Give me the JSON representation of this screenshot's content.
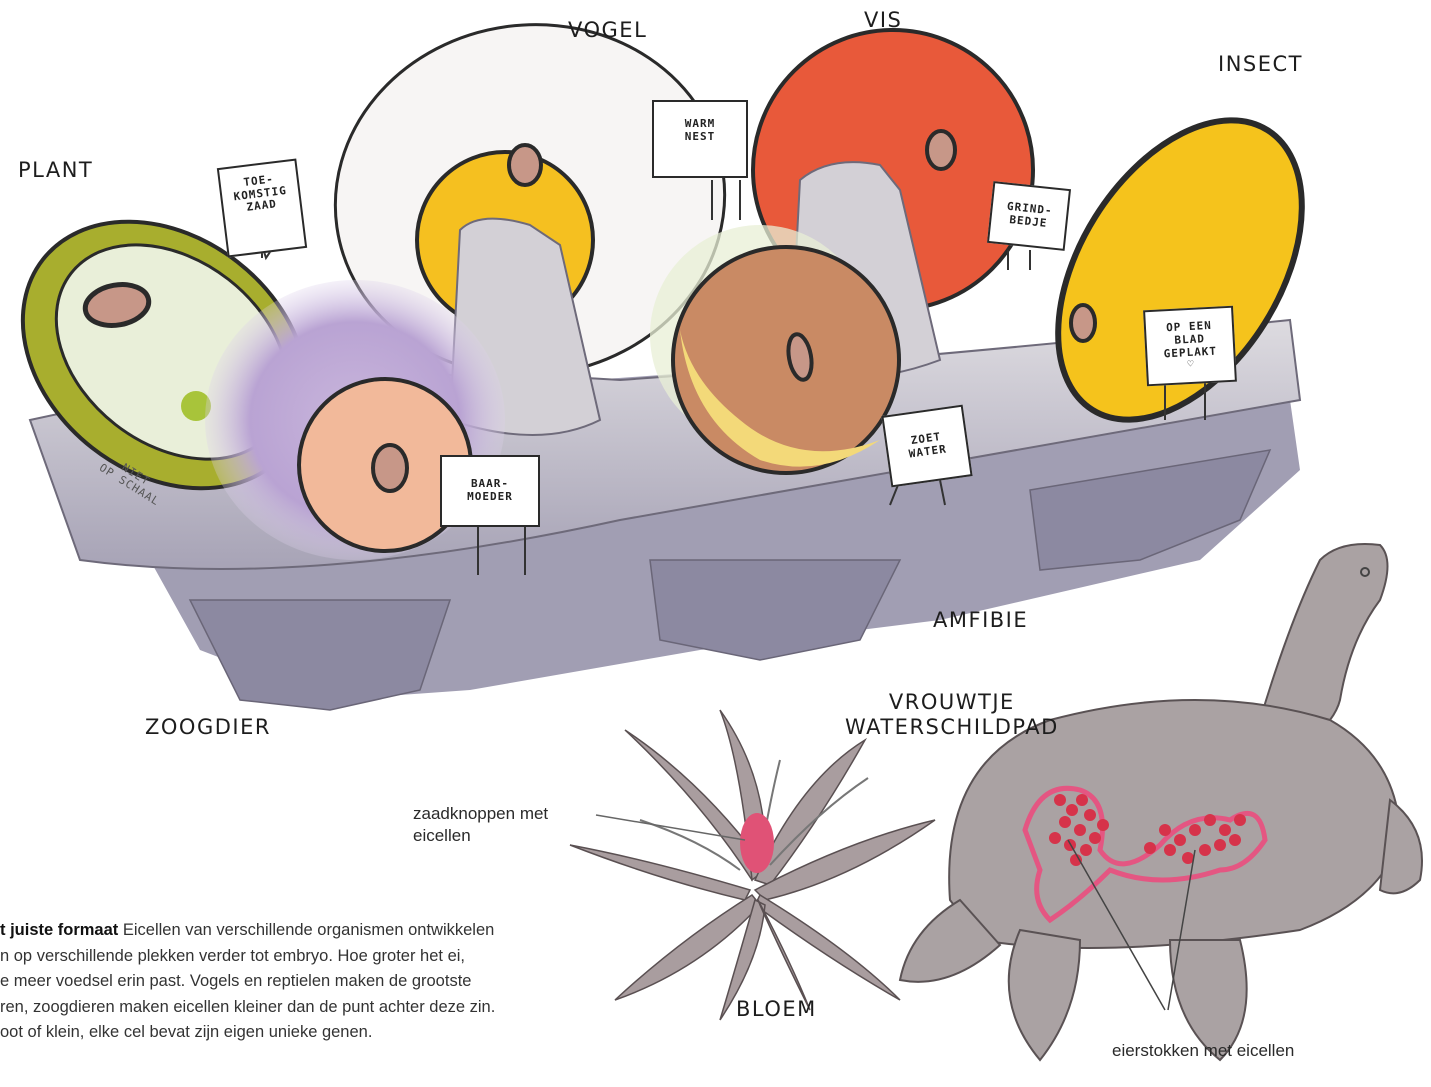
{
  "labels": {
    "plant": "PLANT",
    "vogel": "VOGEL",
    "vis": "VIS",
    "insect": "INSECT",
    "amfibie": "AMFIBIE",
    "zoogdier": "ZOOGDIER",
    "schildpad_line1": "VROUWTJE",
    "schildpad_line2": "WATERSCHILDPAD",
    "bloem": "BLOEM"
  },
  "signs": {
    "toekomstig": [
      "TOE-",
      "KOMSTIG",
      "ZAAD"
    ],
    "warm_nest": [
      "WARM",
      "NEST"
    ],
    "grindbedje": [
      "GRIND-",
      "BEDJE"
    ],
    "op_een_blad": [
      "OP EEN",
      "BLAD",
      "GEPLAKT"
    ],
    "zoet_water": [
      "ZOET",
      "WATER"
    ],
    "baarmoeder": [
      "BAAR-",
      "MOEDER"
    ]
  },
  "scale_note": [
    "NIET",
    "OP SCHAAL"
  ],
  "notes": {
    "zaadknoppen_line1": "zaadknoppen met",
    "zaadknoppen_line2": "eicellen",
    "eierstokken": "eierstokken met eicellen"
  },
  "caption": {
    "lead": "t juiste formaat",
    "line1": " Eicellen van verschillende organismen ontwikkelen",
    "line2": "n op verschillende plekken verder tot embryo. Hoe groter het ei,",
    "line3": "e meer voedsel erin past. Vogels en reptielen maken de grootste",
    "line4": "ren, zoogdieren maken eicellen kleiner dan de punt achter deze zin.",
    "line5": "oot of klein, elke cel bevat zijn eigen unieke genen."
  },
  "colors": {
    "plant_ring": "#a8ae2e",
    "plant_fill": "#e9efd9",
    "bird_shell": "#f6f4f2",
    "yolk": "#f5c020",
    "fish_egg": "#e8593a",
    "insect_egg": "#f5c31c",
    "amphibian_egg": "#c98a64",
    "mammal_egg": "#f2b99a",
    "nucleus": "#c79788",
    "carton": "#c8c5cc",
    "carton_shadow": "#8d8aa0",
    "turtle": "#aaa2a3",
    "ovary_red": "#d6334a",
    "flower": "#a99d9f",
    "ovule": "#e05276"
  }
}
